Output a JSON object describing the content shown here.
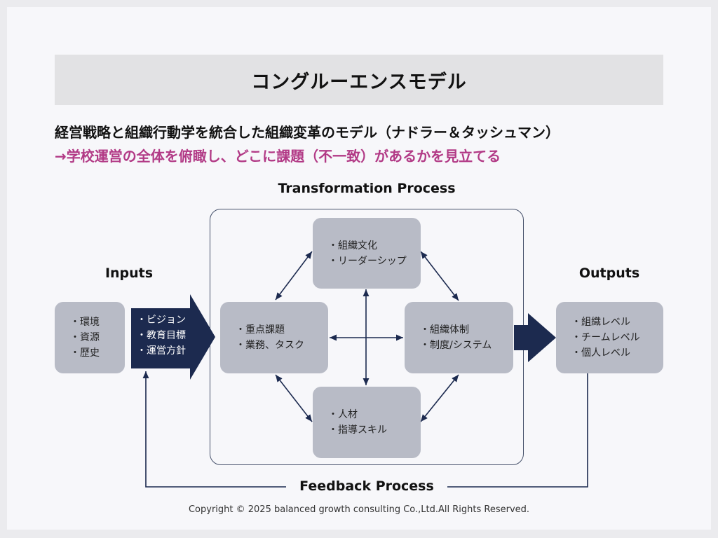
{
  "title": "コングルーエンスモデル",
  "subtitle": "経営戦略と組織行動学を統合した組織変革のモデル（ナドラー＆タッシュマン）",
  "subnote": "→学校運営の全体を俯瞰し、どこに課題（不一致）があるかを見立てる",
  "headings": {
    "transformation": "Transformation Process",
    "inputs": "Inputs",
    "outputs": "Outputs",
    "feedback": "Feedback Process"
  },
  "inputs_box": {
    "items": [
      "・環境",
      "・資源",
      "・歴史"
    ]
  },
  "strategy_arrow": {
    "items": [
      "・ビジョン",
      "・教育目標",
      "・運営方針"
    ]
  },
  "nodes": {
    "top": {
      "items": [
        "・組織文化",
        "・リーダーシップ"
      ]
    },
    "left": {
      "items": [
        "・重点課題",
        "・業務、タスク"
      ]
    },
    "right": {
      "items": [
        "・組織体制",
        "・制度/システム"
      ]
    },
    "bottom": {
      "items": [
        "・人材",
        "・指導スキル"
      ]
    }
  },
  "outputs_box": {
    "items": [
      "・組織レベル",
      "・チームレベル",
      "・個人レベル"
    ]
  },
  "copyright": "Copyright © 2025 balanced growth consulting Co.,Ltd.All Rights Reserved.",
  "colors": {
    "navy": "#1c2a4f",
    "box": "#b8bbc6",
    "accent": "#b23a86",
    "line": "#45506a"
  }
}
